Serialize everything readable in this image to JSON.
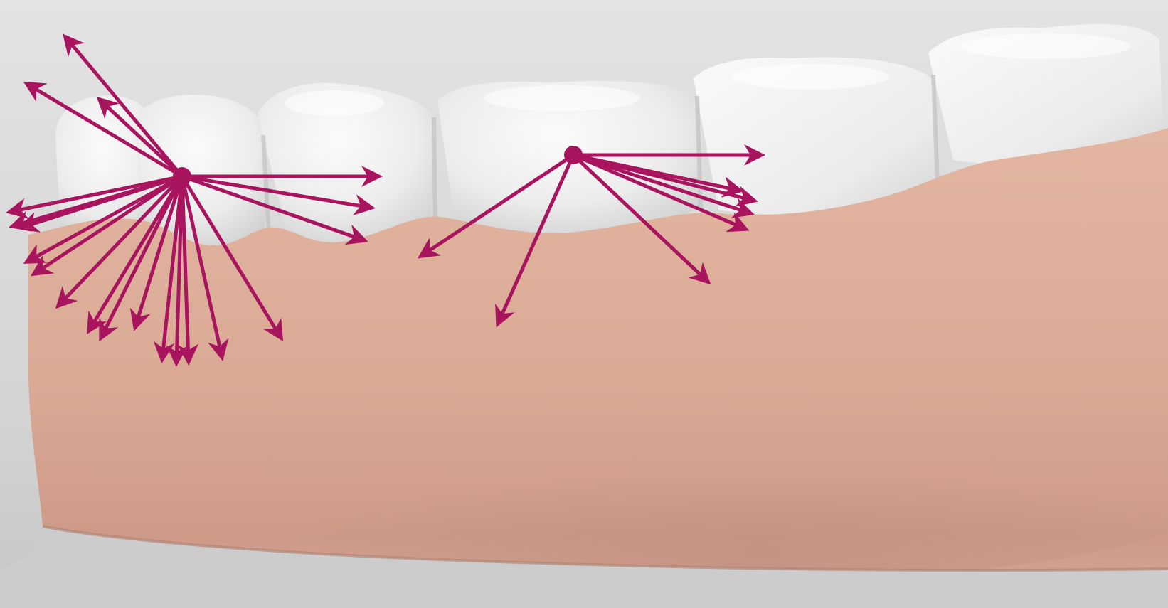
{
  "colors": {
    "background_top": "#e3e3e3",
    "background_bottom": "#c9c9c9",
    "gum": "#e0b09a",
    "gum_shadow": "#c9978a",
    "tooth": "#f4f4f4",
    "tooth_shade": "#d2d2d2",
    "force_arrow": "#a8145e"
  },
  "figure": {
    "subject": "lower-jaw-model",
    "teeth_visible": 6,
    "force_centers": [
      {
        "id": "front-tooth-center",
        "arrow_count": 20
      },
      {
        "id": "premolar-center",
        "arrow_count": 8
      }
    ]
  }
}
